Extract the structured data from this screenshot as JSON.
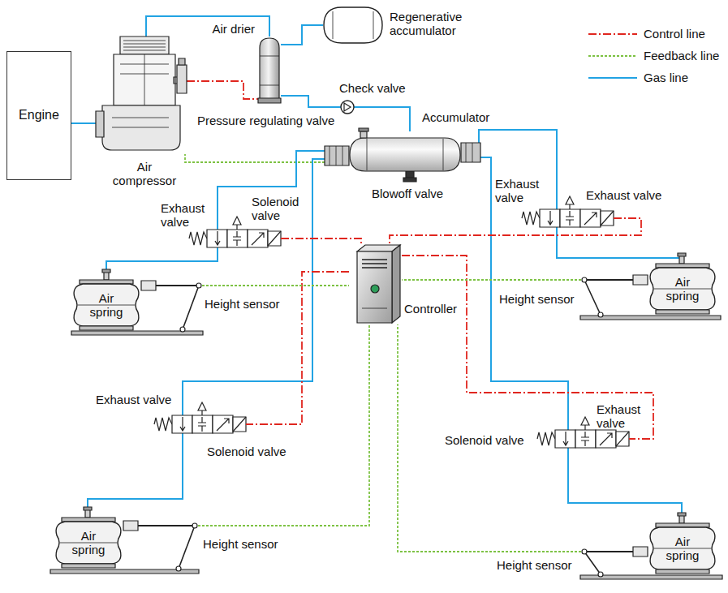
{
  "diagram": {
    "nodes": [
      {
        "text": [
          "Engine"
        ]
      },
      {
        "text": [
          "Air compressor"
        ]
      },
      {
        "text": [
          "Air drier"
        ]
      },
      {
        "text": [
          "Regenerative accumulator"
        ]
      },
      {
        "text": [
          "Check valve"
        ]
      },
      {
        "text": [
          "Accumulator"
        ]
      },
      {
        "text": [
          "Controller"
        ]
      },
      {
        "text": [
          "Air spring"
        ]
      },
      {
        "text": [
          "Air spring"
        ]
      },
      {
        "text": [
          "Air spring"
        ]
      },
      {
        "text": [
          "Air spring"
        ]
      }
    ],
    "edges": [
      {
        "from": 0,
        "to": 1,
        "arrow": "none"
      },
      {
        "from": 1,
        "to": 2,
        "arrow": "none"
      },
      {
        "from": 2,
        "to": 3,
        "arrow": "none"
      },
      {
        "from": 2,
        "to": 4,
        "arrow": "none"
      },
      {
        "from": 4,
        "to": 5,
        "arrow": "none"
      },
      {
        "from": 5,
        "to": 1,
        "arrow": "none"
      },
      {
        "from": 5,
        "to": 7,
        "arrow": "none"
      },
      {
        "from": 5,
        "to": 8,
        "arrow": "none"
      },
      {
        "from": 5,
        "to": 9,
        "arrow": "none"
      },
      {
        "from": 5,
        "to": 10,
        "arrow": "none"
      }
    ],
    "labels": [
      "Pressure regulating valve",
      "Blowoff valve",
      "Exhaust valve",
      "Solenoid valve",
      "Height sensor",
      "Exhaust valve",
      "Exhaust valve",
      "Height sensor",
      "Exhaust valve",
      "Solenoid valve",
      "Height sensor",
      "Solenoid valve",
      "Exhaust valve",
      "Height sensor"
    ],
    "legend": [
      {
        "text": "Control line"
      },
      {
        "text": "Feedback line"
      },
      {
        "text": "Gas line"
      }
    ]
  }
}
